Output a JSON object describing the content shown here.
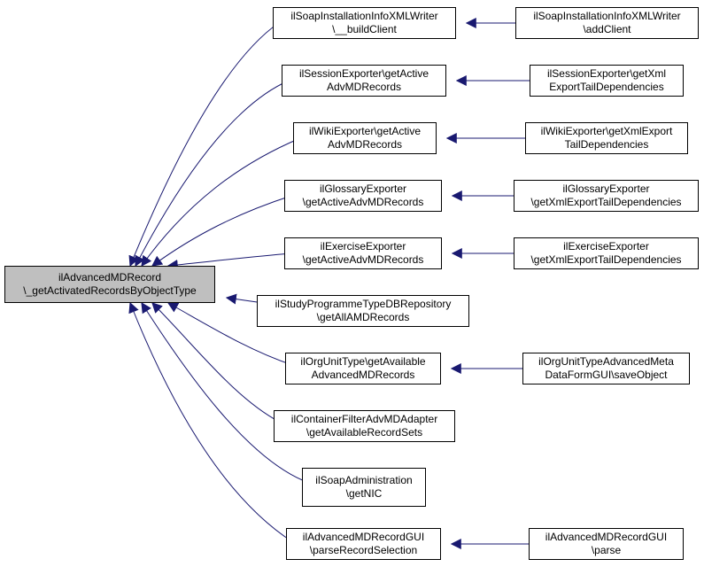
{
  "edge_color": "#191970",
  "root": {
    "lines": [
      "ilAdvancedMDRecord",
      "\\_getActivatedRecordsByObjectType"
    ],
    "fill": "#bfbfbf"
  },
  "callers": [
    {
      "id": "soap-install-build-client",
      "lines": [
        "ilSoapInstallationInfoXMLWriter",
        "\\__buildClient"
      ]
    },
    {
      "id": "session-exporter-get-active",
      "lines": [
        "ilSessionExporter\\getActive",
        "AdvMDRecords"
      ]
    },
    {
      "id": "wiki-exporter-get-active",
      "lines": [
        "ilWikiExporter\\getActive",
        "AdvMDRecords"
      ]
    },
    {
      "id": "glossary-exporter-get-active",
      "lines": [
        "ilGlossaryExporter",
        "\\getActiveAdvMDRecords"
      ]
    },
    {
      "id": "exercise-exporter-get-active",
      "lines": [
        "ilExerciseExporter",
        "\\getActiveAdvMDRecords"
      ]
    },
    {
      "id": "study-programme-get-all",
      "lines": [
        "ilStudyProgrammeTypeDBRepository",
        "\\getAllAMDRecords"
      ]
    },
    {
      "id": "org-unit-type-get-available",
      "lines": [
        "ilOrgUnitType\\getAvailable",
        "AdvancedMDRecords"
      ]
    },
    {
      "id": "container-filter-get-available",
      "lines": [
        "ilContainerFilterAdvMDAdapter",
        "\\getAvailableRecordSets"
      ]
    },
    {
      "id": "soap-administration-get-nic",
      "lines": [
        "ilSoapAdministration",
        "\\getNIC"
      ]
    },
    {
      "id": "advmd-record-gui-parse-selection",
      "lines": [
        "ilAdvancedMDRecordGUI",
        "\\parseRecordSelection"
      ]
    }
  ],
  "second_level": [
    {
      "id": "soap-install-add-client",
      "caller": "soap-install-build-client",
      "lines": [
        "ilSoapInstallationInfoXMLWriter",
        "\\addClient"
      ]
    },
    {
      "id": "session-exporter-get-xml-export",
      "caller": "session-exporter-get-active",
      "lines": [
        "ilSessionExporter\\getXml",
        "ExportTailDependencies"
      ]
    },
    {
      "id": "wiki-exporter-get-xml-export",
      "caller": "wiki-exporter-get-active",
      "lines": [
        "ilWikiExporter\\getXmlExport",
        "TailDependencies"
      ]
    },
    {
      "id": "glossary-exporter-get-xml-export",
      "caller": "glossary-exporter-get-active",
      "lines": [
        "ilGlossaryExporter",
        "\\getXmlExportTailDependencies"
      ]
    },
    {
      "id": "exercise-exporter-get-xml-export",
      "caller": "exercise-exporter-get-active",
      "lines": [
        "ilExerciseExporter",
        "\\getXmlExportTailDependencies"
      ]
    },
    {
      "id": "org-unit-type-form-save-object",
      "caller": "org-unit-type-get-available",
      "lines": [
        "ilOrgUnitTypeAdvancedMeta",
        "DataFormGUI\\saveObject"
      ]
    },
    {
      "id": "advmd-record-gui-parse",
      "caller": "advmd-record-gui-parse-selection",
      "lines": [
        "ilAdvancedMDRecordGUI",
        "\\parse"
      ]
    }
  ]
}
